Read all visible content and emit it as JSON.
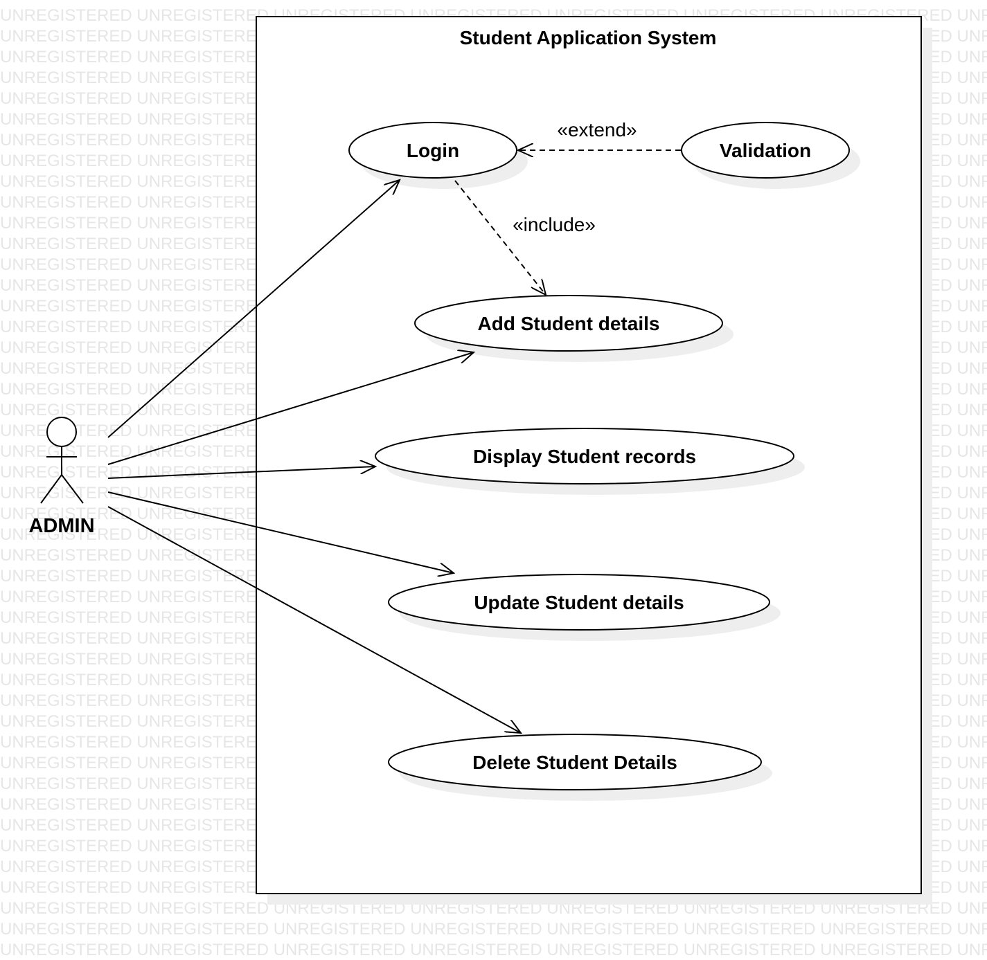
{
  "watermark": {
    "text": "UNREGISTERED UNREGISTERED UNREGISTERED UNREGISTERED UNREGISTERED UNREGISTERED UNREGISTERED UNREGISTERED",
    "color": "#e6e6e6"
  },
  "system": {
    "title": "Student Application System"
  },
  "actor": {
    "label": "ADMIN"
  },
  "use_cases": {
    "login": "Login",
    "validation": "Validation",
    "add": "Add Student details",
    "display": "Display Student records",
    "update": "Update Student details",
    "delete": "Delete Student Details"
  },
  "relations": {
    "extend": "«extend»",
    "include": "«include»"
  },
  "colors": {
    "stroke": "#000000",
    "shadow": "#eeeeee",
    "background": "#ffffff"
  }
}
